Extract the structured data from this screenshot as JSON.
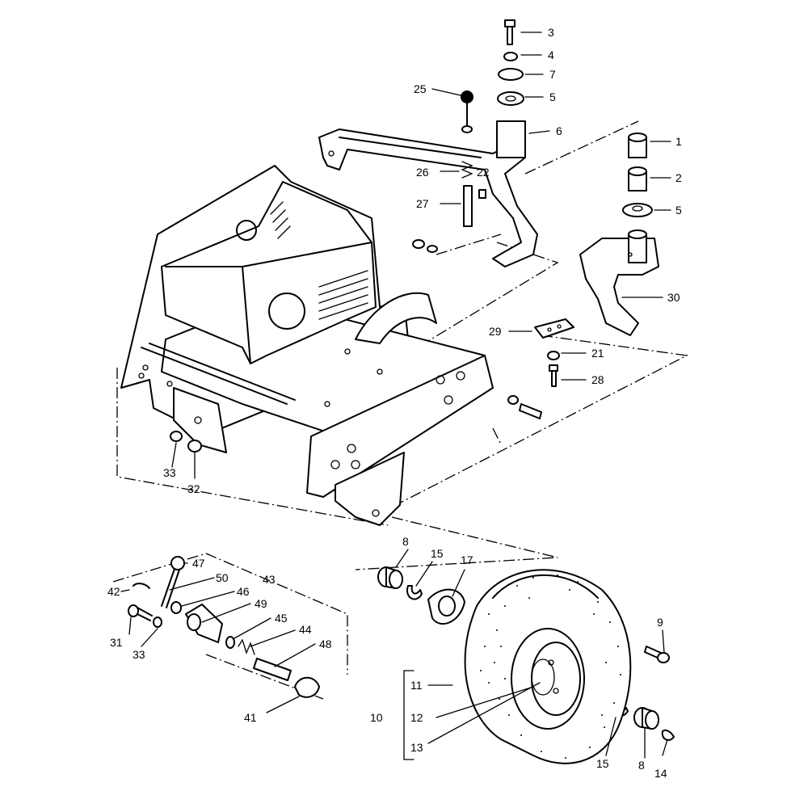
{
  "diagram": {
    "labels": {
      "p1": "1",
      "p2": "2",
      "p3": "3",
      "p4": "4",
      "p5a": "5",
      "p5b": "5",
      "p6": "6",
      "p7": "7",
      "p8a": "8",
      "p8b": "8",
      "p9": "9",
      "p10": "10",
      "p11": "11",
      "p12": "12",
      "p13": "13",
      "p14": "14",
      "p15a": "15",
      "p15b": "15",
      "p17": "17",
      "p21": "21",
      "p22": "22",
      "p25": "25",
      "p26": "26",
      "p27": "27",
      "p28": "28",
      "p29": "29",
      "p30": "30",
      "p31": "31",
      "p32": "32",
      "p33a": "33",
      "p33b": "33",
      "p41": "41",
      "p42": "42",
      "p43": "43",
      "p44": "44",
      "p45": "45",
      "p46": "46",
      "p47": "47",
      "p48": "48",
      "p49": "49",
      "p50": "50"
    }
  }
}
